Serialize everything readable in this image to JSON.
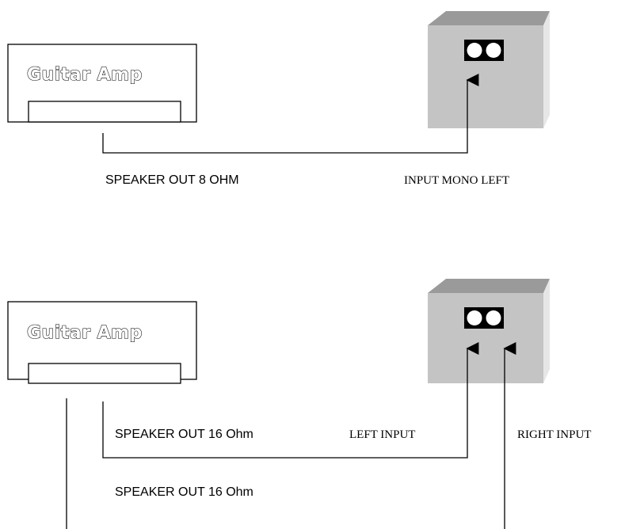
{
  "amps": [
    {
      "name": "Guitar Amp"
    },
    {
      "name": "Guitar Amp"
    }
  ],
  "labels": {
    "speaker_out_8": "SPEAKER OUT  8 OHM",
    "input_mono_left": "INPUT MONO LEFT",
    "speaker_out_16_a": "SPEAKER OUT 16 Ohm",
    "left_input": "LEFT INPUT",
    "right_input": "RIGHT INPUT",
    "speaker_out_16_b": "SPEAKER OUT 16 Ohm"
  },
  "colors": {
    "cabinet_front": "#c4c4c4",
    "cabinet_top": "#9a9a9a",
    "cabinet_side": "#e6e6e6",
    "jack_panel": "#000000",
    "jack": "#ffffff"
  }
}
